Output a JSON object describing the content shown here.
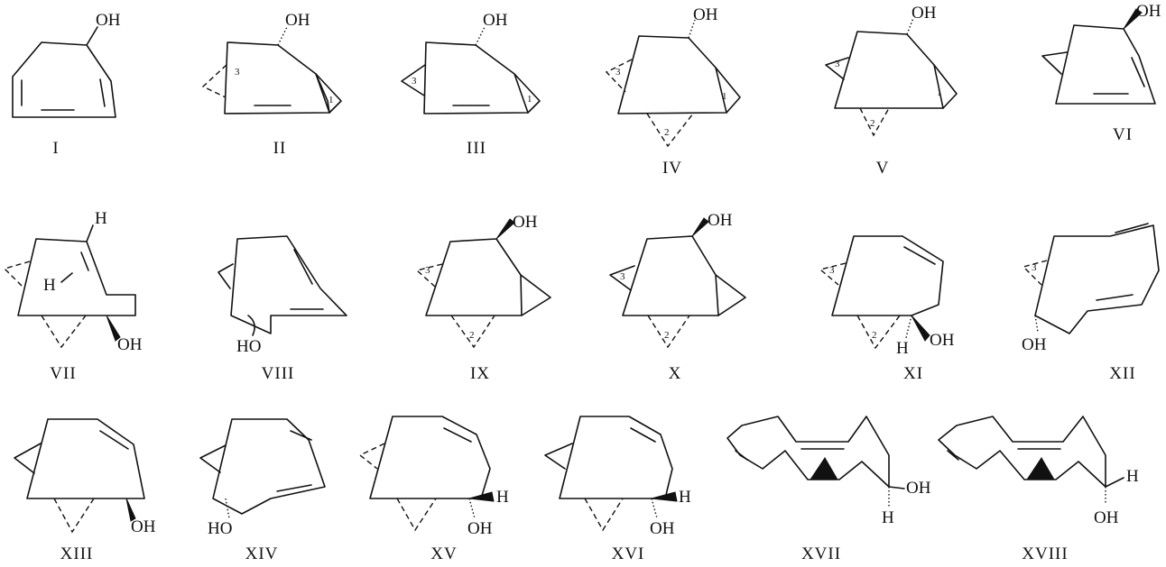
{
  "structures": [
    {
      "id": "I",
      "label": "I",
      "group": "OH"
    },
    {
      "id": "II",
      "label": "II",
      "group": "OH",
      "ring_numbers": [
        "3",
        "1"
      ]
    },
    {
      "id": "III",
      "label": "III",
      "group": "OH",
      "ring_numbers": [
        "3",
        "1"
      ]
    },
    {
      "id": "IV",
      "label": "IV",
      "group": "OH",
      "ring_numbers": [
        "3",
        "1",
        "2"
      ]
    },
    {
      "id": "V",
      "label": "V",
      "group": "OH",
      "ring_numbers": [
        "3",
        "1",
        "2"
      ]
    },
    {
      "id": "VI",
      "label": "VI",
      "group": "OH"
    },
    {
      "id": "VII",
      "label": "VII",
      "groups": [
        "H",
        "H",
        "OH"
      ]
    },
    {
      "id": "VIII",
      "label": "VIII",
      "group": "HO"
    },
    {
      "id": "IX",
      "label": "IX",
      "group": "OH",
      "ring_numbers": [
        "3",
        "2"
      ]
    },
    {
      "id": "X",
      "label": "X",
      "group": "OH",
      "ring_numbers": [
        "3",
        "2"
      ]
    },
    {
      "id": "XI",
      "label": "XI",
      "groups": [
        "OH",
        "H"
      ],
      "ring_numbers": [
        "3",
        "2"
      ]
    },
    {
      "id": "XII",
      "label": "XII",
      "group": "OH",
      "ring_numbers": [
        "3"
      ]
    },
    {
      "id": "XIII",
      "label": "XIII",
      "group": "OH"
    },
    {
      "id": "XIV",
      "label": "XIV",
      "group": "HO"
    },
    {
      "id": "XV",
      "label": "XV",
      "groups": [
        "H",
        "OH"
      ]
    },
    {
      "id": "XVI",
      "label": "XVI",
      "groups": [
        "H",
        "OH"
      ]
    },
    {
      "id": "XVII",
      "label": "XVII",
      "groups": [
        "OH",
        "H"
      ]
    },
    {
      "id": "XVIII",
      "label": "XVIII",
      "groups": [
        "H",
        "OH"
      ]
    }
  ]
}
